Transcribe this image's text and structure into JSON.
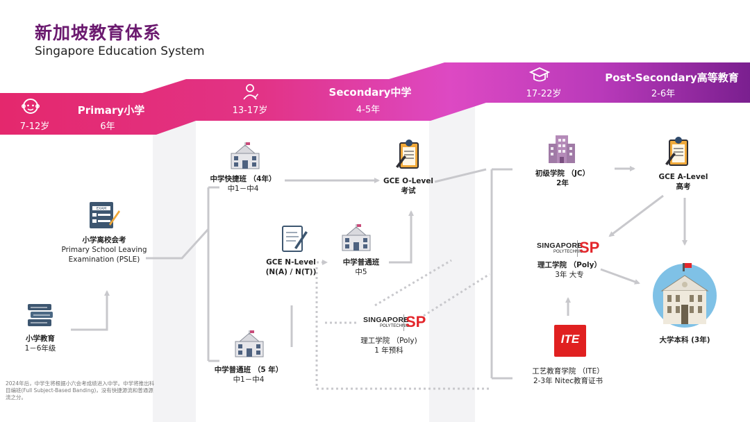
{
  "title": {
    "cn": "新加坡教育体系",
    "en": "Singapore Education System"
  },
  "stages": {
    "primary": {
      "ages": "7-12岁",
      "label": "Primary小学",
      "years": "6年"
    },
    "secondary": {
      "ages": "13-17岁",
      "label": "Secondary中学",
      "years": "4-5年"
    },
    "post_secondary": {
      "ages": "17-22岁",
      "label": "Post-Secondary高等教育",
      "years": "2-6年"
    }
  },
  "nodes": {
    "primary_edu": {
      "title": "小学教育",
      "sub": "1－6年级"
    },
    "psle": {
      "title": "小学离校会考",
      "line2": "Primary School Leaving",
      "line3": "Examination (PSLE)"
    },
    "express": {
      "title": "中学快捷班 （4年）",
      "sub": "中1－中4"
    },
    "normal5": {
      "title": "中学普通班 （5 年）",
      "sub": "中1－中4"
    },
    "n_level": {
      "title": "GCE N-Level",
      "sub": "(N(A) / N(T))"
    },
    "normal_sec5": {
      "title": "中学普通班",
      "sub": "中5"
    },
    "o_level": {
      "title": "GCE O-Level",
      "sub": "考试"
    },
    "poly_mid": {
      "title": "理工学院 （Poly)",
      "sub": "1 年预科"
    },
    "jc": {
      "title": "初级学院 （JC）",
      "sub": "2年"
    },
    "a_level": {
      "title": "GCE A-Level",
      "sub": "高考"
    },
    "poly_right": {
      "title": "理工学院 （Poly）",
      "sub": "3年 大专"
    },
    "ite": {
      "title": "工艺教育学院 （ITE）",
      "sub": "2-3年 Nitec教育证书"
    },
    "university": {
      "title": "大学本科 (3年)"
    }
  },
  "logos": {
    "sp_word": "SINGAPORE",
    "sp_sub": "POLYTECHNIC",
    "sp_mark": "SP",
    "ite_mark": "ITE",
    "exam_sheet": "EXAM"
  },
  "note": "2024年后，中学生将根据小六会考成绩进入中学。中学将推出科目编班(Full Subject-Based Banding)，没有快捷源流和普通源流之分。",
  "colors": {
    "band_start": "#e4286d",
    "band_end": "#7a1f8f",
    "title": "#6b1a6f",
    "connector": "#c8c8cc",
    "sp_red": "#e3262b"
  }
}
